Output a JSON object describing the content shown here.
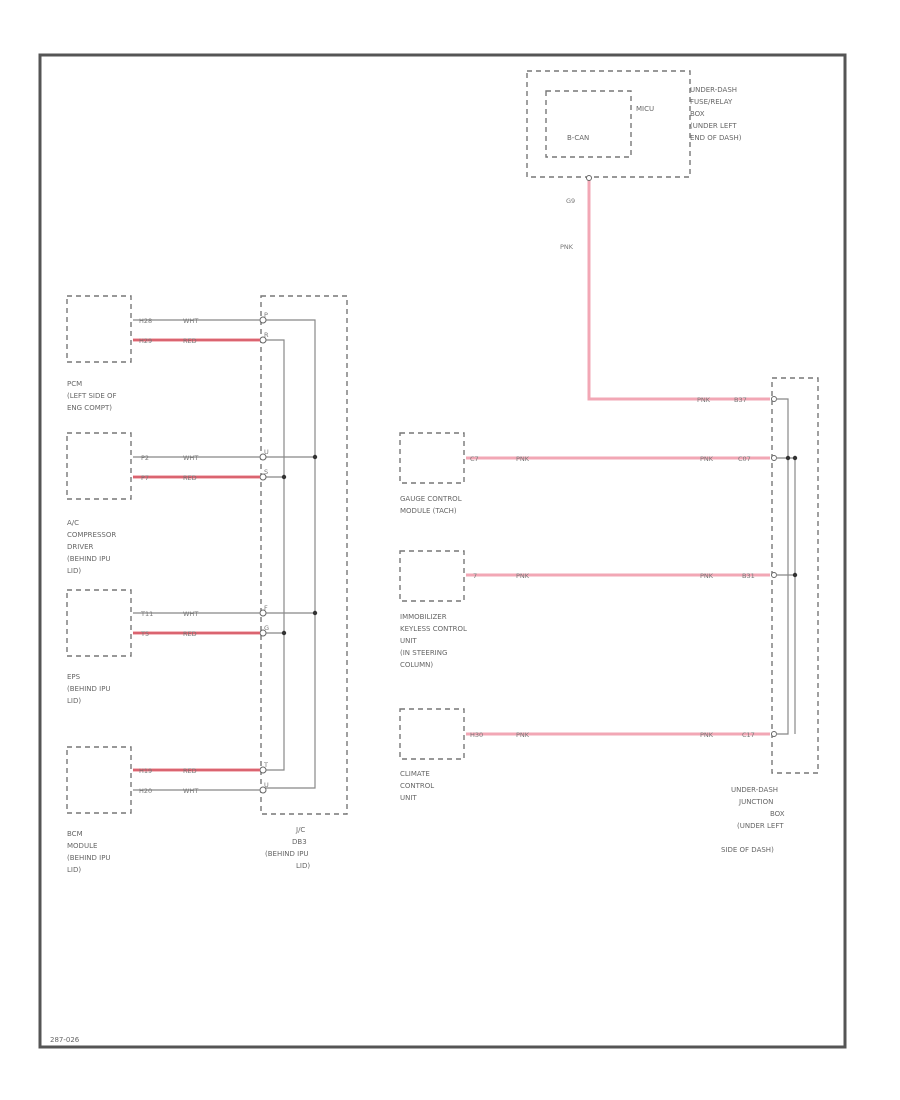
{
  "diagram_id": "287-026",
  "components": {
    "underdash_fuse_box": {
      "label_lines": [
        "UNDER-DASH",
        "FUSE/RELAY",
        "BOX",
        "(UNDER LEFT",
        "END OF DASH)"
      ],
      "inner_label": "B-CAN",
      "pin_label": "MICU",
      "terminal": "G9",
      "wire_color": "PNK"
    },
    "pcm": {
      "label_lines": [
        "PCM",
        "(LEFT SIDE OF",
        "ENG COMPT)"
      ],
      "pins": [
        "H28",
        "H29"
      ],
      "wires": [
        "WHT",
        "RED"
      ]
    },
    "ac_driver": {
      "label_lines": [
        "A/C",
        "COMPRESSOR",
        "DRIVER",
        "(BEHIND IPU",
        "LID)"
      ],
      "pins": [
        "P2",
        "P7"
      ],
      "wires": [
        "WHT",
        "RED"
      ]
    },
    "eps": {
      "label_lines": [
        "EPS",
        "(BEHIND IPU",
        "LID)"
      ],
      "pins": [
        "T11",
        "T5"
      ],
      "wires": [
        "WHT",
        "RED"
      ]
    },
    "bcm": {
      "label_lines": [
        "BCM",
        "MODULE",
        "(BEHIND IPU",
        "LID)"
      ],
      "pins": [
        "H19",
        "H20"
      ],
      "wires": [
        "RED",
        "WHT"
      ]
    },
    "dlc": {
      "label_lines": [
        "J/C",
        "DB3",
        "(BEHIND IPU",
        "LID)"
      ],
      "pins": [
        "P",
        "R",
        "U",
        "S",
        "F",
        "G",
        "T",
        "U"
      ]
    },
    "gauge": {
      "label_lines": [
        "GAUGE CONTROL",
        "MODULE (TACH)"
      ],
      "pin": "C7",
      "wire": "PNK",
      "jb_pin": "C07"
    },
    "immobilizer": {
      "label_lines": [
        "IMMOBILIZER",
        "KEYLESS CONTROL",
        "UNIT",
        "(IN STEERING",
        "COLUMN)"
      ],
      "pin": "7",
      "wire": "PNK",
      "jb_pin": "B31"
    },
    "climate": {
      "label_lines": [
        "CLIMATE",
        "CONTROL",
        "UNIT"
      ],
      "pin": "H30",
      "wire": "PNK",
      "jb_pin": "C17"
    },
    "junction_box": {
      "label_lines": [
        "UNDER-DASH",
        "JUNCTION",
        "BOX",
        "(UNDER LEFT",
        "SIDE OF DASH)"
      ],
      "top_pin": "B37",
      "top_wire": "PNK"
    }
  }
}
